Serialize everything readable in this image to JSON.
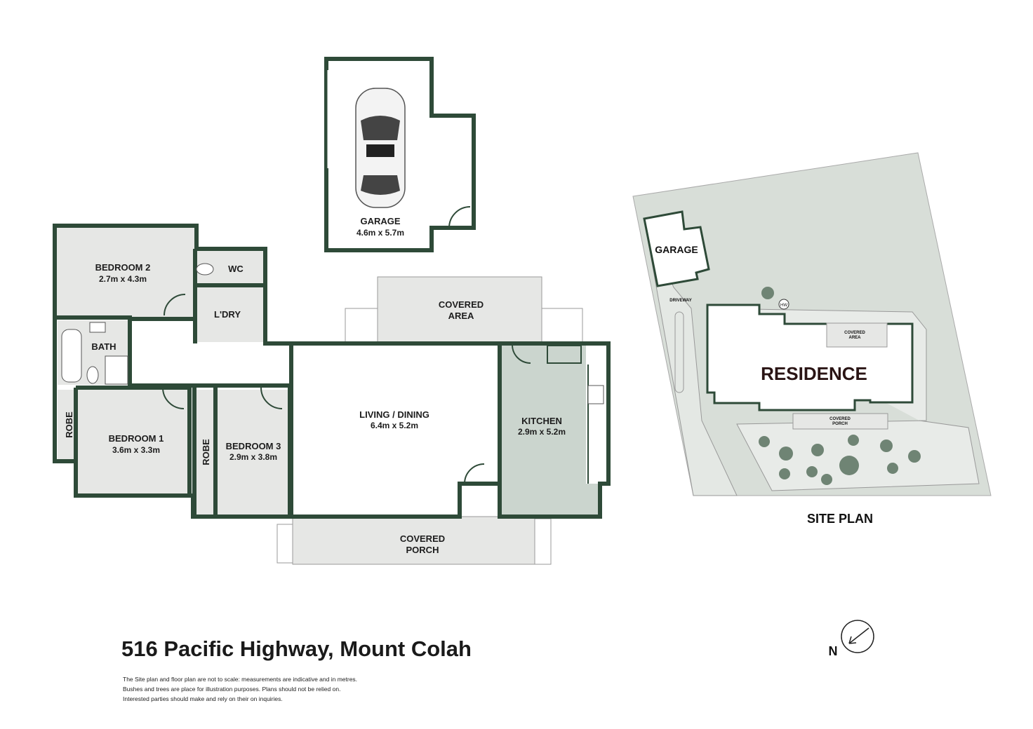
{
  "floor_plan": {
    "rooms": {
      "garage": {
        "name": "GARAGE",
        "size": "4.6m x 5.7m"
      },
      "bedroom2": {
        "name": "BEDROOM 2",
        "size": "2.7m x 4.3m"
      },
      "wc": {
        "name": "WC"
      },
      "laundry": {
        "name": "L'DRY"
      },
      "bath": {
        "name": "BATH"
      },
      "robe1": {
        "name": "ROBE"
      },
      "robe2": {
        "name": "ROBE"
      },
      "bedroom1": {
        "name": "BEDROOM 1",
        "size": "3.6m x 3.3m"
      },
      "bedroom3": {
        "name": "BEDROOM 3",
        "size": "2.9m x 3.8m"
      },
      "living": {
        "name": "LIVING / DINING",
        "size": "6.4m x 5.2m"
      },
      "kitchen": {
        "name": "KITCHEN",
        "size": "2.9m x 5.2m"
      },
      "covered_area": {
        "line1": "COVERED",
        "line2": "AREA"
      },
      "covered_porch": {
        "line1": "COVERED",
        "line2": "PORCH"
      }
    }
  },
  "site_plan": {
    "title": "SITE PLAN",
    "garage": "GARAGE",
    "driveway": "DRIVEWAY",
    "hot_water": "HW",
    "residence": "RESIDENCE",
    "covered_area": {
      "line1": "COVERED",
      "line2": "AREA"
    },
    "covered_porch": {
      "line1": "COVERED",
      "line2": "PORCH"
    }
  },
  "north": "N",
  "address": "516 Pacific Highway, Mount Colah",
  "disclaimer": [
    "The Site plan and floor plan are not to scale: measurements are indicative and in metres.",
    "Bushes and trees are place for illustration purposes. Plans should not be relied on.",
    "Interested parties should make and rely on their on inquiries."
  ],
  "colors": {
    "wall": "#2e4a38",
    "room": "#e6e7e5",
    "kitchen": "#cbd5ce",
    "site": "#d8ded8"
  }
}
